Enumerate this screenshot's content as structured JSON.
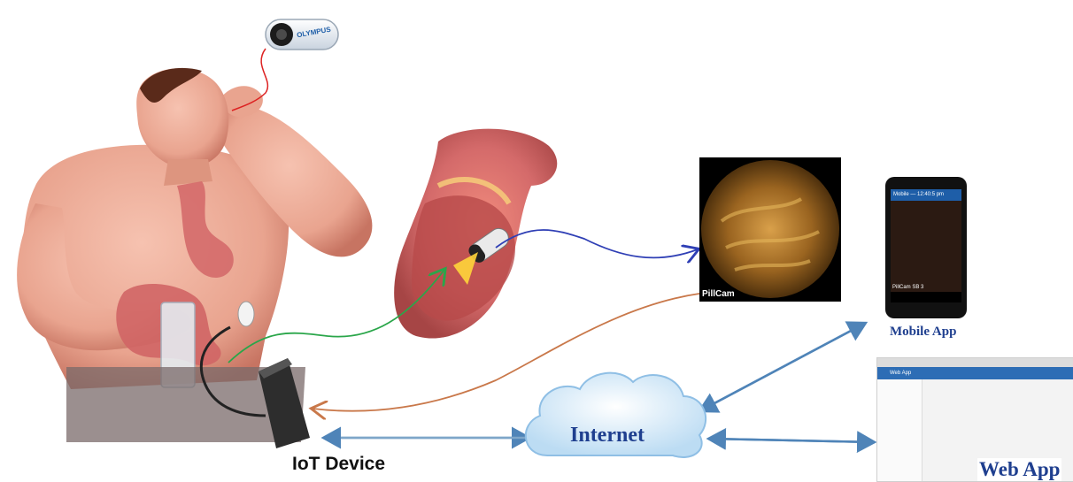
{
  "labels": {
    "iot_device": "IoT Device",
    "internet": "Internet",
    "mobile_app": "Mobile App",
    "web_app": "Web App",
    "pillcam": "PillCam",
    "capsule_brand": "OLYMPUS",
    "phone_status": "Mobile — 12:40:5 pm",
    "phone_footer": "PillCam  SB 3",
    "web_header": "Web App"
  },
  "colors": {
    "skin": "#e9a48f",
    "skin_dark": "#c77462",
    "blue_arrow": "#2f3fb5",
    "green_arrow": "#2aa64a",
    "orange_arrow": "#c9784a",
    "link_arrow": "#4f84b8",
    "cloud": "#cfe6f7",
    "cloud_edge": "#8fbfe5",
    "label_blue": "#1f3f8f",
    "tract": "#d46a6a"
  }
}
